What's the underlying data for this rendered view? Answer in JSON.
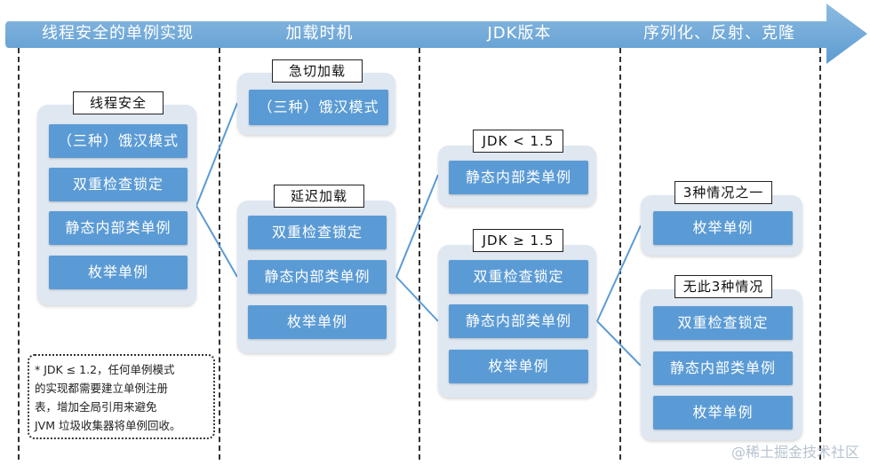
{
  "header": {
    "columns": [
      "线程安全的单例实现",
      "加载时机",
      "JDK版本",
      "序列化、反射、克隆"
    ]
  },
  "groups": {
    "thread_safe": {
      "label": "线程安全",
      "items": [
        "（三种）饿汉模式",
        "双重检查锁定",
        "静态内部类单例",
        "枚举单例"
      ]
    },
    "eager": {
      "label": "急切加载",
      "items": [
        "（三种）饿汉模式"
      ]
    },
    "lazy": {
      "label": "延迟加载",
      "items": [
        "双重检查锁定",
        "静态内部类单例",
        "枚举单例"
      ]
    },
    "jdk_lt": {
      "label": "JDK < 1.5",
      "items": [
        "静态内部类单例"
      ]
    },
    "jdk_ge": {
      "label": "JDK ≥ 1.5",
      "items": [
        "双重检查锁定",
        "静态内部类单例",
        "枚举单例"
      ]
    },
    "three_cases": {
      "label": "3种情况之一",
      "items": [
        "枚举单例"
      ]
    },
    "no_cases": {
      "label": "无此3种情况",
      "items": [
        "双重检查锁定",
        "静态内部类单例",
        "枚举单例"
      ]
    }
  },
  "note": {
    "lines": [
      "* JDK ≤ 1.2，任何单例模式",
      "的实现都需要建立单例注册",
      "表，增加全局引用来避免",
      "JVM 垃圾收集器将单例回收。"
    ]
  },
  "watermark": "@稀土掘金技术社区",
  "colors": {
    "header": "#6fa8d6",
    "group_bg": "#dfe7f1",
    "pill": "#5b9bd5",
    "connector": "#5b9bd5"
  }
}
